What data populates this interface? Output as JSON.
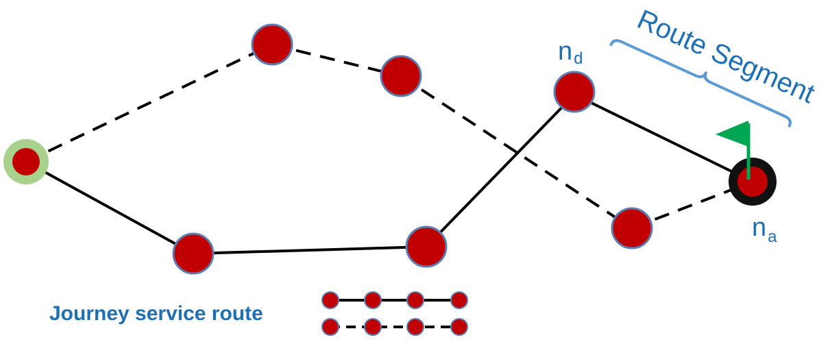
{
  "labels": {
    "segment_title": "Route Segment",
    "node_d_main": "n",
    "node_d_sub": "d",
    "node_a_main": "n",
    "node_a_sub": "a",
    "legend_label": "Journey service route"
  },
  "colors": {
    "node_fill": "#C00000",
    "node_stroke": "#5B7DB1",
    "line": "#000000",
    "accent_blue": "#5B9BD5",
    "label_blue": "#1F6FB5",
    "origin_halo": "#A9D18E",
    "flag_green": "#00A651"
  },
  "icons": {
    "flag": "green-flag-icon",
    "origin": "origin-halo-icon",
    "destination": "destination-ring-icon"
  }
}
